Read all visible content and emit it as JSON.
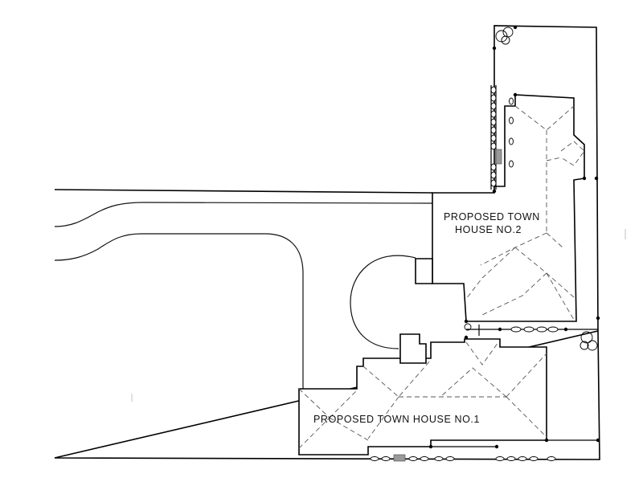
{
  "labels": {
    "house2_line1": "PROPOSED TOWN",
    "house2_line2": "HOUSE NO.2",
    "house1": "PROPOSED TOWN HOUSE NO.1"
  },
  "colors": {
    "line": "#000000",
    "roof_dash": "#555555",
    "gate_fill": "#9a9a9a",
    "background": "#ffffff"
  },
  "icons": [
    "tree-icon",
    "hedge-icon",
    "fence-post-icon",
    "gate-icon"
  ]
}
